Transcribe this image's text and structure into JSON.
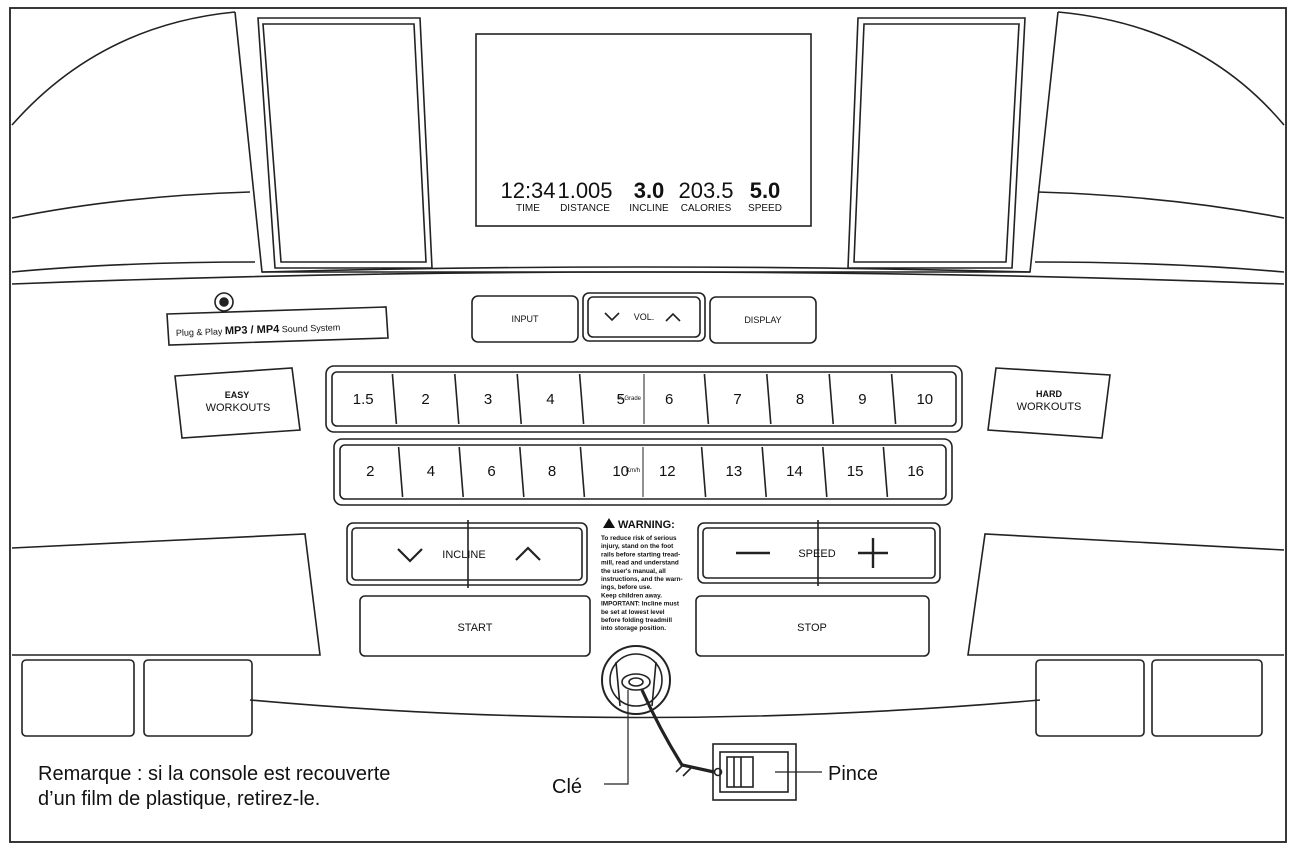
{
  "display": {
    "readouts": [
      {
        "value": "12:34",
        "label": "TIME"
      },
      {
        "value": "1.005",
        "label": "DISTANCE"
      },
      {
        "value": "3.0",
        "label": "INCLINE"
      },
      {
        "value": "203.5",
        "label": "CALORIES"
      },
      {
        "value": "5.0",
        "label": "SPEED"
      }
    ]
  },
  "audio": {
    "label_prefix": "Plug & Play",
    "label_brand": "MP3 / MP4",
    "label_suffix": "Sound System"
  },
  "controls": {
    "input_label": "INPUT",
    "vol_label": "VOL.",
    "display_label": "DISPLAY",
    "easy_line1": "EASY",
    "easy_line2": "WORKOUTS",
    "hard_line1": "HARD",
    "hard_line2": "WORKOUTS",
    "incline_label": "INCLINE",
    "speed_label": "SPEED",
    "start_label": "START",
    "stop_label": "STOP"
  },
  "incline_keys": {
    "center_label": "% Grade",
    "values": [
      "1.5",
      "2",
      "3",
      "4",
      "5",
      "6",
      "7",
      "8",
      "9",
      "10"
    ]
  },
  "speed_keys": {
    "center_label": "Km/h",
    "values": [
      "2",
      "4",
      "6",
      "8",
      "10",
      "12",
      "13",
      "14",
      "15",
      "16"
    ]
  },
  "warning": {
    "title": "WARNING:",
    "lines": [
      "To reduce risk of serious",
      "injury, stand on the foot",
      "rails before starting tread-",
      "mill, read and understand",
      "the user's manual, all",
      "instructions, and the warn-",
      "ings, before use.",
      "Keep children away.",
      "IMPORTANT: Incline must",
      "be set at lowest level",
      "before folding treadmill",
      "into storage position."
    ]
  },
  "callouts": {
    "key": "Clé",
    "clip": "Pince"
  },
  "note": {
    "line1": "Remarque : si la console est recouverte",
    "line2": "d’un film de plastique, retirez-le."
  }
}
